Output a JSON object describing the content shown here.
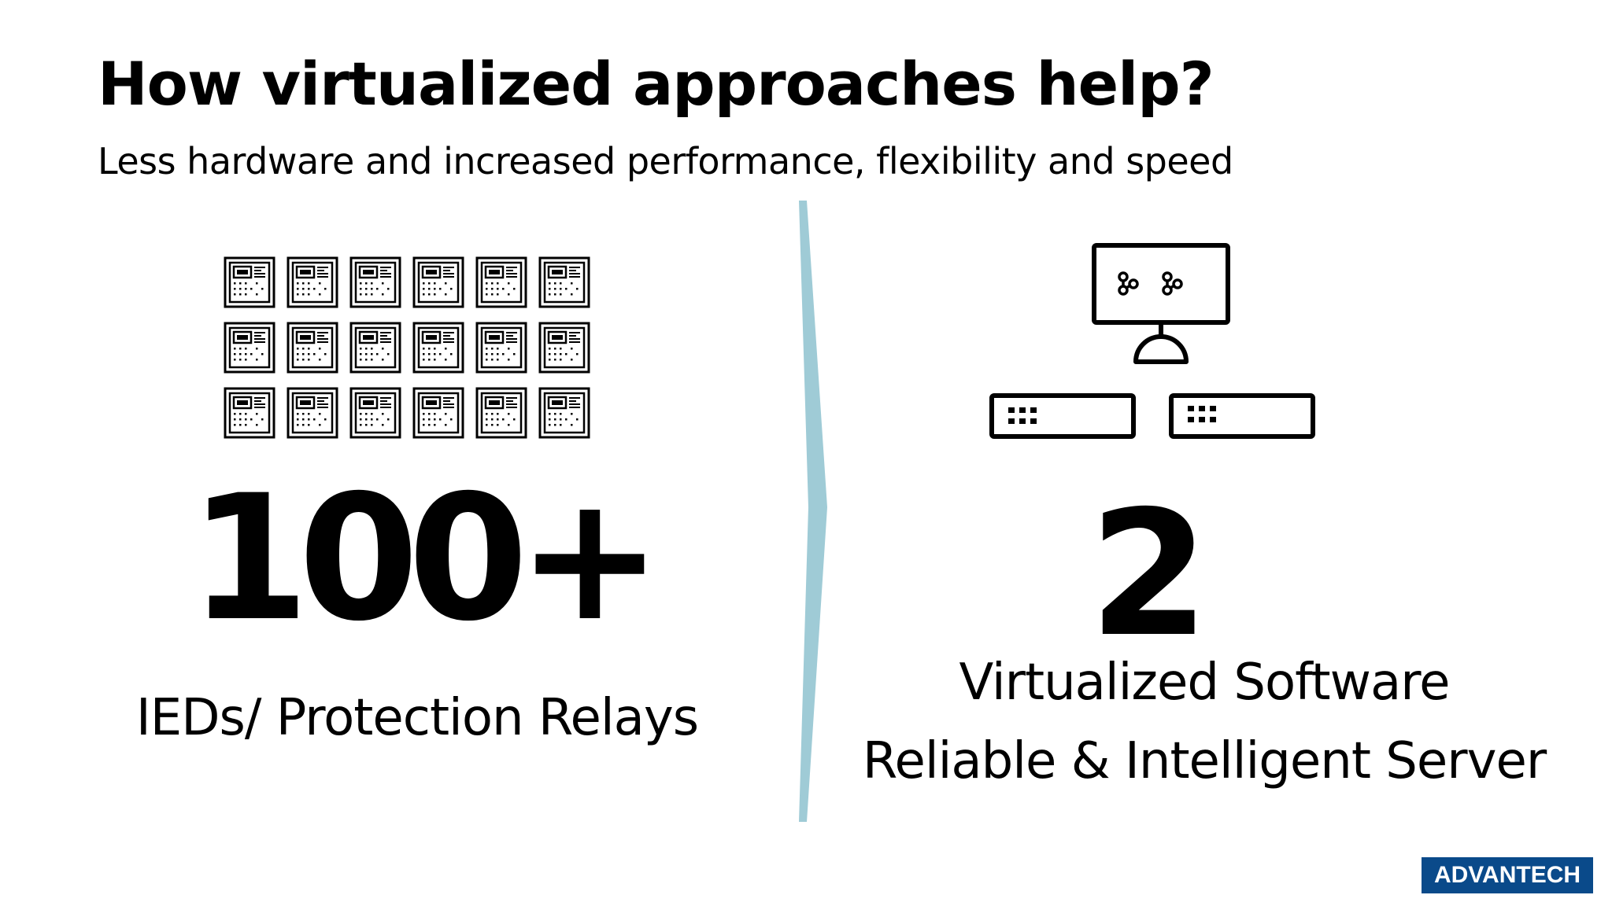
{
  "slide": {
    "title": "How virtualized approaches help?",
    "subtitle": "Less hardware and increased performance, flexibility and speed"
  },
  "left": {
    "big_number": "100+",
    "caption": "IEDs/ Protection Relays",
    "icon": "relay-device-icon",
    "icon_rows": 3,
    "icon_cols": 6
  },
  "right": {
    "big_number": "2",
    "caption_line1": "Virtualized Software",
    "caption_line2": "Reliable & Intelligent Server",
    "icons": [
      "monitor-network-icon",
      "server-unit-icon"
    ]
  },
  "logo": {
    "text": "ADVANTECH"
  },
  "colors": {
    "divider": "#9fcbd6",
    "logo_bg": "#0a4a8a",
    "text": "#000000"
  }
}
